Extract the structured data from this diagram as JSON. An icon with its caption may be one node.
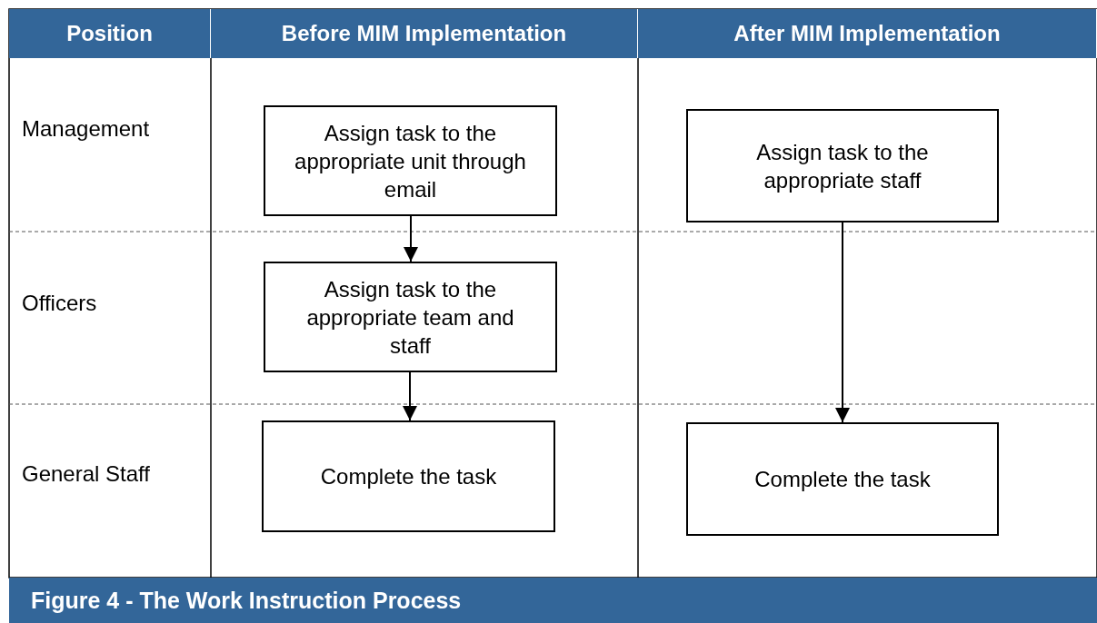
{
  "diagram": {
    "caption": "Figure 4 - The Work Instruction Process",
    "nodes": [
      {
        "text": [
          "Assign task to the appropriate unit through email"
        ]
      },
      {
        "text": [
          "Assign task to the appropriate team and staff"
        ]
      },
      {
        "text": [
          "Complete the task"
        ]
      },
      {
        "text": [
          "Assign task to the appropriate staff"
        ]
      },
      {
        "text": [
          "Complete the task"
        ]
      }
    ],
    "edges": [
      {
        "from": 0,
        "to": 1,
        "arrow": "to"
      },
      {
        "from": 1,
        "to": 2,
        "arrow": "to"
      },
      {
        "from": 3,
        "to": 4,
        "arrow": "to"
      }
    ],
    "labels": [
      "Position",
      "Before MIM Implementation",
      "After MIM Implementation",
      "Management",
      "Officers",
      "General Staff"
    ]
  }
}
